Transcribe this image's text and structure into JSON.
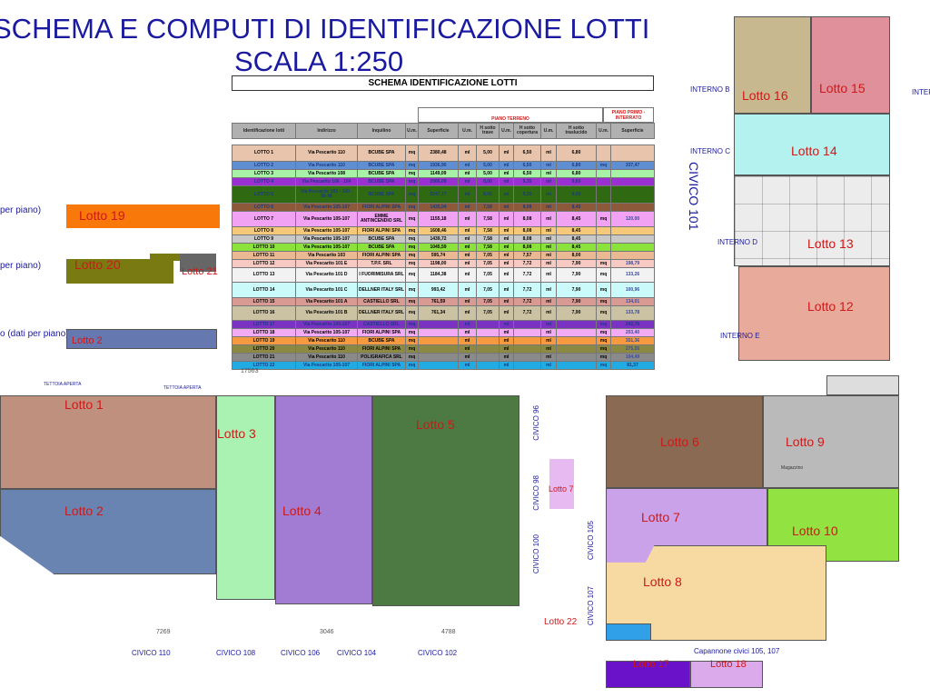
{
  "title": {
    "line1": "SCHEMA  E COMPUTI DI IDENTIFICAZIONE LOTTI",
    "line2": "SCALA 1:250"
  },
  "table": {
    "caption": "SCHEMA IDENTIFICAZIONE LOTTI",
    "group_piano_terreno": "PIANO TERRENO",
    "group_piano_primo": "PIANO PRIMO - INTERRATO",
    "headers": [
      "Identificazione lotti",
      "Indirizzo",
      "Inquilino",
      "U.m.",
      "Superficie",
      "U.m.",
      "H sotto trave",
      "U.m.",
      "H sotto copertura",
      "U.m.",
      "H sotto traslucido",
      "U.m.",
      "Superficie"
    ],
    "rows": [
      {
        "id": "LOTTO 1",
        "addr": "Via Pescarito 110",
        "ten": "BCUBE SPA",
        "um": "mq",
        "sup": "2380,48",
        "um2": "ml",
        "trave": "5,00",
        "um3": "ml",
        "cop": "6,50",
        "um4": "ml",
        "tras": "6,80",
        "um5": "",
        "sup2": "",
        "color": "#e8c4ac"
      },
      {
        "id": "LOTTO 2",
        "addr": "Via Pescarito 110",
        "ten": "BCUBE SPA",
        "um": "mq",
        "sup": "1936,90",
        "um2": "ml",
        "trave": "5,00",
        "um3": "ml",
        "cop": "6,50",
        "um4": "ml",
        "tras": "6,80",
        "um5": "mq",
        "sup2": "337,47",
        "color": "#5f8fd2"
      },
      {
        "id": "LOTTO 3",
        "addr": "Via Pescarito 108",
        "ten": "BCUBE SPA",
        "um": "mq",
        "sup": "1149,09",
        "um2": "ml",
        "trave": "5,00",
        "um3": "ml",
        "cop": "6,50",
        "um4": "ml",
        "tras": "6,80",
        "um5": "",
        "sup2": "",
        "color": "#a8f2a8"
      },
      {
        "id": "LOTTO 4",
        "addr": "Via Pescarito 106 - 104",
        "ten": "BCUBE SPA",
        "um": "mq",
        "sup": "2066,09",
        "um2": "ml",
        "trave": "8,00",
        "um3": "ml",
        "cop": "9,35",
        "um4": "ml",
        "tras": "9,60",
        "um5": "",
        "sup2": "",
        "color": "#9a30d2"
      },
      {
        "id": "LOTTO 5",
        "addr": "Via Pescarito 102 - 100 - 98-96",
        "ten": "BCUBE SPA",
        "um": "mq",
        "sup": "5247,77",
        "um2": "ml",
        "trave": "8,00",
        "um3": "ml",
        "cop": "9,35",
        "um4": "ml",
        "tras": "9,60",
        "um5": "",
        "sup2": "",
        "color": "#2f6a12"
      },
      {
        "id": "LOTTO 6",
        "addr": "Via Pescarito 105-107",
        "ten": "FIORI ALPINI SPA",
        "um": "mq",
        "sup": "1435,04",
        "um2": "ml",
        "trave": "7,58",
        "um3": "ml",
        "cop": "8,08",
        "um4": "ml",
        "tras": "8,45",
        "um5": "",
        "sup2": "",
        "color": "#8c5a3a"
      },
      {
        "id": "LOTTO 7",
        "addr": "Via Pescarito 105-107",
        "ten": "EMME ANTINCENDIO SRL",
        "um": "mq",
        "sup": "1155,18",
        "um2": "ml",
        "trave": "7,58",
        "um3": "ml",
        "cop": "8,08",
        "um4": "ml",
        "tras": "8,45",
        "um5": "mq",
        "sup2": "120,00",
        "color": "#f2a2f2"
      },
      {
        "id": "LOTTO 8",
        "addr": "Via Pescarito 105-107",
        "ten": "FIORI ALPINI SPA",
        "um": "mq",
        "sup": "1608,46",
        "um2": "ml",
        "trave": "7,58",
        "um3": "ml",
        "cop": "8,08",
        "um4": "ml",
        "tras": "8,45",
        "um5": "",
        "sup2": "",
        "color": "#f6c87a"
      },
      {
        "id": "LOTTO 9",
        "addr": "Via Pescarito 105-107",
        "ten": "BCUBE SPA",
        "um": "mq",
        "sup": "1439,72",
        "um2": "ml",
        "trave": "7,58",
        "um3": "ml",
        "cop": "8,08",
        "um4": "ml",
        "tras": "8,45",
        "um5": "",
        "sup2": "",
        "color": "#c8c8c8"
      },
      {
        "id": "LOTTO 10",
        "addr": "Via Pescarito 105-107",
        "ten": "BCUBE SPA",
        "um": "mq",
        "sup": "1045,59",
        "um2": "ml",
        "trave": "7,58",
        "um3": "ml",
        "cop": "8,08",
        "um4": "ml",
        "tras": "8,45",
        "um5": "",
        "sup2": "",
        "color": "#8ae23a"
      },
      {
        "id": "LOTTO 11",
        "addr": "Via Pescarito 103",
        "ten": "FIORI ALPINI SPA",
        "um": "mq",
        "sup": "595,74",
        "um2": "ml",
        "trave": "7,05",
        "um3": "ml",
        "cop": "7,57",
        "um4": "ml",
        "tras": "8,00",
        "um5": "",
        "sup2": "",
        "color": "#eab892"
      },
      {
        "id": "LOTTO 12",
        "addr": "Via Pescarito 101 E",
        "ten": "T.P.F. SRL",
        "um": "mq",
        "sup": "1198,00",
        "um2": "ml",
        "trave": "7,05",
        "um3": "ml",
        "cop": "7,72",
        "um4": "ml",
        "tras": "7,90",
        "um5": "mq",
        "sup2": "198,79",
        "color": "#f6cac2"
      },
      {
        "id": "LOTTO 13",
        "addr": "Via Pescarito 101 D",
        "ten": "I FUORIMISURA SRL",
        "um": "mq",
        "sup": "1184,38",
        "um2": "ml",
        "trave": "7,05",
        "um3": "ml",
        "cop": "7,72",
        "um4": "ml",
        "tras": "7,90",
        "um5": "mq",
        "sup2": "133,26",
        "color": "#f2f2f2"
      },
      {
        "id": "LOTTO 14",
        "addr": "Via Pescarito 101 C",
        "ten": "DELLNER ITALY SRL",
        "um": "mq",
        "sup": "993,42",
        "um2": "ml",
        "trave": "7,05",
        "um3": "ml",
        "cop": "7,72",
        "um4": "ml",
        "tras": "7,90",
        "um5": "mq",
        "sup2": "100,96",
        "color": "#cafafa"
      },
      {
        "id": "LOTTO 15",
        "addr": "Via Pescarito 101 A",
        "ten": "CASTIELLO SRL",
        "um": "mq",
        "sup": "761,59",
        "um2": "ml",
        "trave": "7,05",
        "um3": "ml",
        "cop": "7,72",
        "um4": "ml",
        "tras": "7,90",
        "um5": "mq",
        "sup2": "134,01",
        "color": "#d89a92"
      },
      {
        "id": "LOTTO 16",
        "addr": "Via Pescarito 101 B",
        "ten": "DELLNER ITALY SRL",
        "um": "mq",
        "sup": "761,34",
        "um2": "ml",
        "trave": "7,05",
        "um3": "ml",
        "cop": "7,72",
        "um4": "ml",
        "tras": "7,90",
        "um5": "mq",
        "sup2": "133,78",
        "color": "#cac2a2"
      },
      {
        "id": "LOTTO 17",
        "addr": "Via Pescarito 105-107",
        "ten": "CASTIELLO SRL",
        "um": "mq",
        "sup": "",
        "um2": "ml",
        "trave": "",
        "um3": "ml",
        "cop": "",
        "um4": "ml",
        "tras": "",
        "um5": "mq",
        "sup2": "242,76",
        "color": "#7a32c2"
      },
      {
        "id": "LOTTO 18",
        "addr": "Via Pescarito 105-107",
        "ten": "FIORI ALPINI SPA",
        "um": "mq",
        "sup": "",
        "um2": "ml",
        "trave": "",
        "um3": "ml",
        "cop": "",
        "um4": "ml",
        "tras": "",
        "um5": "mq",
        "sup2": "203,40",
        "color": "#f2aaf2"
      },
      {
        "id": "LOTTO 19",
        "addr": "Via Pescarito 110",
        "ten": "BCUBE SPA",
        "um": "mq",
        "sup": "",
        "um2": "ml",
        "trave": "",
        "um3": "ml",
        "cop": "",
        "um4": "ml",
        "tras": "",
        "um5": "mq",
        "sup2": "351,36",
        "color": "#f69a42"
      },
      {
        "id": "LOTTO 20",
        "addr": "Via Pescarito 110",
        "ten": "FIORI ALPINI SPA",
        "um": "mq",
        "sup": "",
        "um2": "ml",
        "trave": "",
        "um3": "ml",
        "cop": "",
        "um4": "ml",
        "tras": "",
        "um5": "mq",
        "sup2": "275,05",
        "color": "#8c8a42"
      },
      {
        "id": "LOTTO 21",
        "addr": "Via Pescarito 110",
        "ten": "POLIGRAFICA SRL",
        "um": "mq",
        "sup": "",
        "um2": "ml",
        "trave": "",
        "um3": "ml",
        "cop": "",
        "um4": "ml",
        "tras": "",
        "um5": "mq",
        "sup2": "104,49",
        "color": "#8a8a8a"
      },
      {
        "id": "LOTTO 22",
        "addr": "Via Pescarito 105-107",
        "ten": "FIORI ALPINI SPA",
        "um": "mq",
        "sup": "",
        "um2": "ml",
        "trave": "",
        "um3": "ml",
        "cop": "",
        "um4": "ml",
        "tras": "",
        "um5": "mq",
        "sup2": "81,37",
        "color": "#22aae2"
      }
    ]
  },
  "side_labels": {
    "a": "per piano)",
    "b": "per piano)",
    "c": "o (dati per piano)"
  },
  "lots": {
    "l1": "Lotto 1",
    "l2": "Lotto 2",
    "l2b": "Lotto 2",
    "l3": "Lotto 3",
    "l4": "Lotto 4",
    "l5": "Lotto 5",
    "l6": "Lotto 6",
    "l7": "Lotto 7",
    "l7b": "Lotto 7",
    "l8": "Lotto 8",
    "l9": "Lotto 9",
    "l10": "Lotto 10",
    "l12": "Lotto 12",
    "l13": "Lotto 13",
    "l14": "Lotto 14",
    "l15": "Lotto 15",
    "l16": "Lotto 16",
    "l17": "Lotto 17",
    "l18": "Lotto 18",
    "l19": "Lotto 19",
    "l20": "Lotto 20",
    "l21": "Lotto 21",
    "l22": "Lotto 22"
  },
  "interni": {
    "b": "INTERNO B",
    "c": "INTERNO C",
    "d": "INTERNO D",
    "e": "INTERNO E",
    "r": "INTERNO"
  },
  "civici": {
    "c101": "CIVICO 101",
    "c110": "CIVICO 110",
    "c108": "CIVICO 108",
    "c106": "CIVICO 106",
    "c104": "CIVICO 104",
    "c102": "CIVICO 102",
    "c96": "CIVICO 96",
    "c98": "CIVICO 98",
    "c100": "CIVICO 100",
    "c105": "CIVICO 105",
    "c107": "CIVICO 107",
    "cap": "Capannone civici 105, 107"
  },
  "plan_text": {
    "tettoia1": "TETTOIA APERTA",
    "tettoia2": "TETTOIA APERTA",
    "magazzino": "Magazzino",
    "dim1": "17563",
    "dim2": "7269",
    "dim3": "3046",
    "dim4": "4788"
  }
}
